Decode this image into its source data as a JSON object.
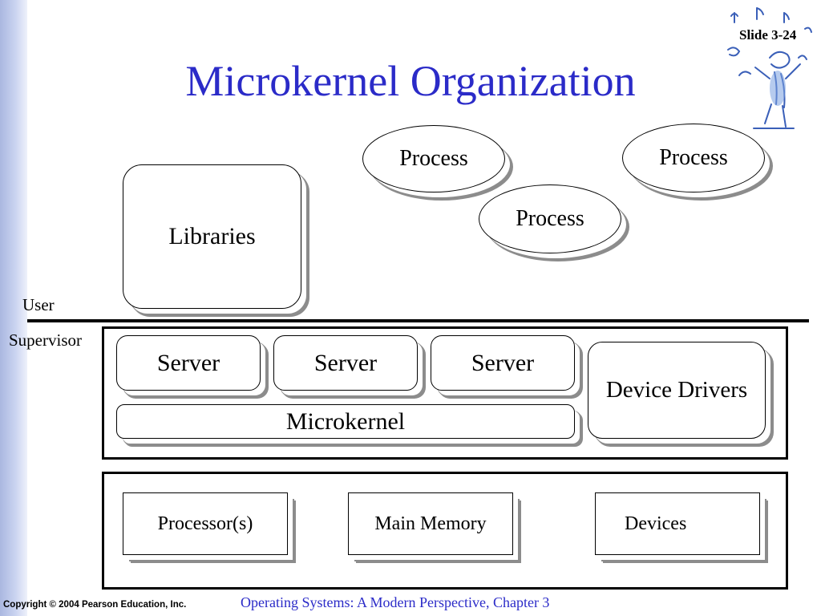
{
  "slide": {
    "number_label": "Slide 3-24",
    "title": "Microkernel Organization",
    "copyright": "Copyright © 2004 Pearson Education, Inc.",
    "footer": "Operating Systems: A Modern Perspective, Chapter 3"
  },
  "diagram": {
    "processes": [
      "Process",
      "Process",
      "Process"
    ],
    "libraries_label": "Libraries",
    "mode_labels": {
      "user": "User",
      "supervisor": "Supervisor"
    },
    "servers": [
      "Server",
      "Server",
      "Server"
    ],
    "microkernel_label": "Microkernel",
    "device_drivers_label": "Device Drivers",
    "hardware": [
      "Processor(s)",
      "Main Memory",
      "Devices"
    ]
  },
  "colors": {
    "title": "#2b2bc8",
    "footer": "#2b2bc8",
    "shadow": "#8c8c8c",
    "sidebar": "#aab7e0"
  },
  "icons": {
    "mascot": "musician-mascot-icon"
  }
}
